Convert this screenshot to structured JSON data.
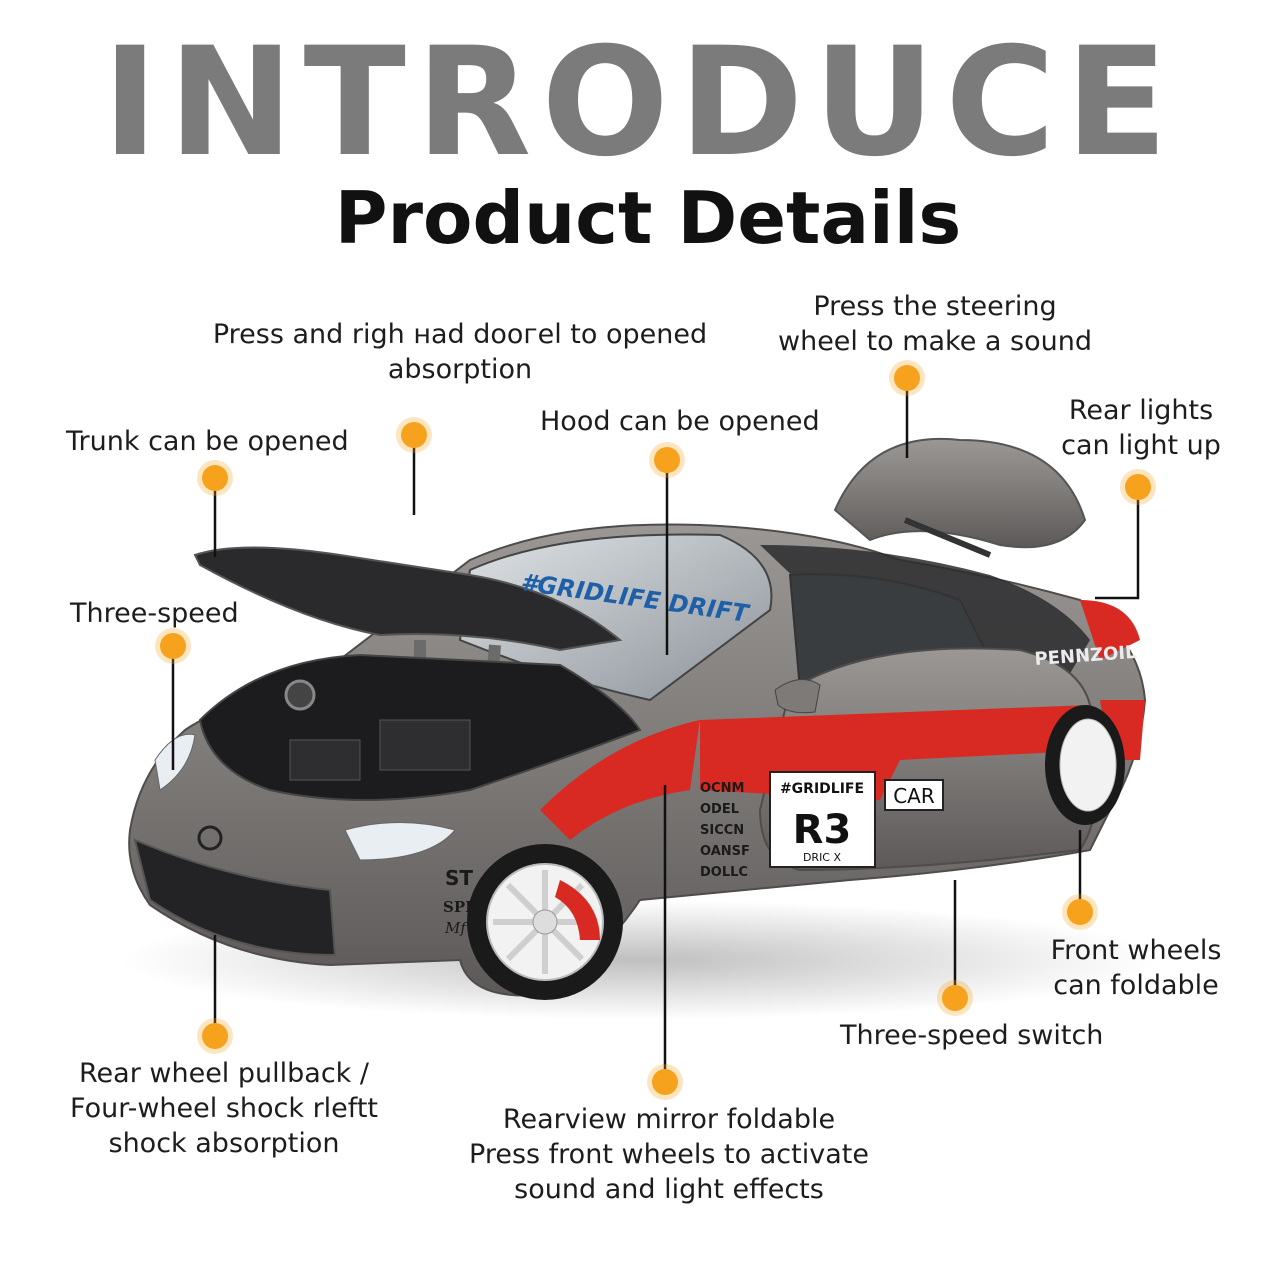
{
  "header": {
    "title": "INTRODUCE",
    "subtitle": "Product Details"
  },
  "callouts": {
    "trunk": [
      "Trunk can be opened"
    ],
    "door": [
      "Press and righ нad dooгel to opened",
      "absorption"
    ],
    "hood": [
      "Hood can be opened"
    ],
    "steering": [
      "Press the steering",
      "wheel to make a sound"
    ],
    "rear_lights": [
      "Rear lights",
      "can light up"
    ],
    "three_speed": [
      "Three-speed"
    ],
    "front_wheels": [
      "Front wheels",
      "can foldable"
    ],
    "switch": [
      "Three-speed switch"
    ],
    "rear_wheel": [
      "Rear wheel pullback /",
      "Four-wheel shock rleftt",
      "shock absorption"
    ],
    "mirror": [
      "Rearview mirror foldable",
      "Press front wheels to activate",
      "sound and light effects"
    ]
  },
  "car": {
    "windshield_banner": "#GRIDLIFE DRIFT",
    "door_brand": "#GRIDLIFE",
    "door_number": "R3",
    "door_small": "DRIC X",
    "door_car": "CAR",
    "sponsor": "PENNZOIL",
    "fender_1": "ST",
    "fender_2": "SPL",
    "fender_3": "Mf",
    "stickers": [
      "OCNM",
      "ODEL",
      "SICCN",
      "OANSF",
      "DOLLC"
    ]
  },
  "colors": {
    "accent_orange": "#f7a21c",
    "title_gray": "#7b7b7b",
    "car_body": "#7d7a78",
    "stripe_red": "#d82a23",
    "hood_black": "#222222"
  },
  "icons": {
    "callout_marker": "orange-dot"
  }
}
